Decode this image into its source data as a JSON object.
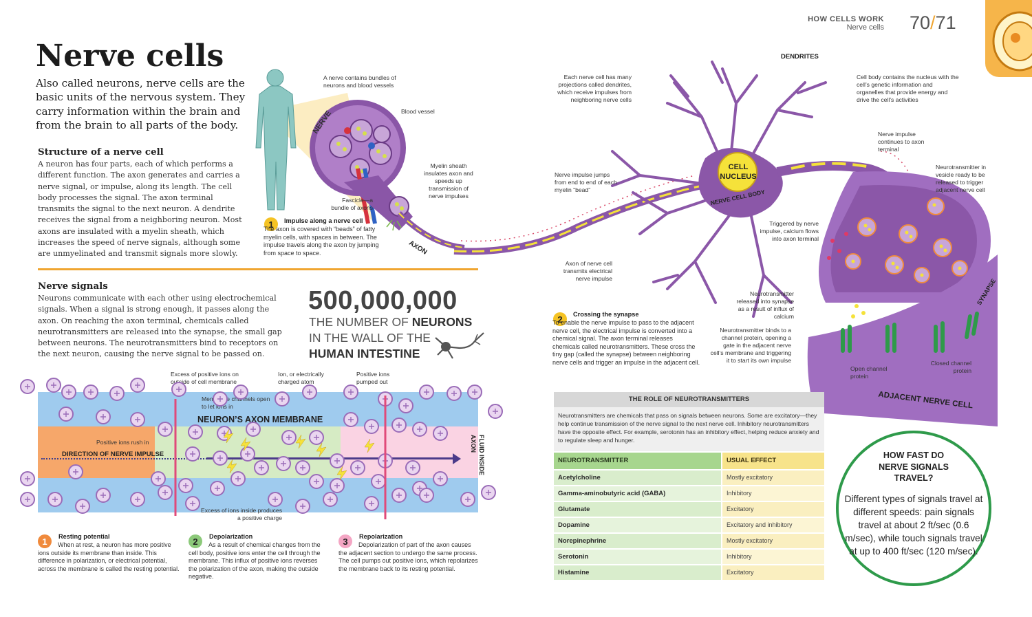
{
  "header": {
    "section": "HOW CELLS WORK",
    "subsection": "Nerve cells",
    "page_left": "70",
    "page_sep": "/",
    "page_right": "71"
  },
  "title": "Nerve cells",
  "intro": "Also called neurons, nerve cells are the basic units of the nervous system. They carry information within the brain and from the brain to all parts of the body.",
  "structure": {
    "heading": "Structure of a nerve cell",
    "body": "A neuron has four parts, each of which performs a different function. The axon generates and carries a nerve signal, or impulse, along its length. The cell body processes the signal. The axon terminal transmits the signal to the next neuron. A dendrite receives the signal from a neighboring neuron. Most axons are insulated with a myelin sheath, which increases the speed of nerve signals, although some are unmyelinated and transmit signals more slowly."
  },
  "signals": {
    "heading": "Nerve signals",
    "body": "Neurons communicate with each other using electrochemical signals. When a signal is strong enough, it passes along the axon. On reaching the axon terminal, chemicals called neurotransmitters are released into the synapse, the small gap between neurons. The neurotransmitters bind to receptors on the next neuron, causing the nerve signal to be passed on."
  },
  "stat": {
    "number": "500,000,000",
    "line1_a": "THE NUMBER OF ",
    "line1_b": "NEURONS",
    "line2": "IN THE WALL OF THE",
    "line3": "HUMAN INTESTINE"
  },
  "neuron_labels": {
    "nerve_contains": "A nerve contains bundles of neurons and blood vessels",
    "nerve": "NERVE",
    "blood_vessel": "Blood vessel",
    "myelin": "Myelin sheath insulates axon and speeds up transmission of nerve impulses",
    "fascicle": "Fascicle—a bundle of axons",
    "axon": "AXON",
    "dendrites_desc": "Each nerve cell has many projections called dendrites, which receive impulses from neighboring nerve cells",
    "dendrites": "DENDRITES",
    "cell_body_desc": "Cell body contains the nucleus with the cell’s genetic information and organelles that provide energy and drive the cell’s activities",
    "nucleus": "CELL NUCLEUS",
    "nerve_cell_body": "NERVE CELL BODY",
    "impulse_jumps": "Nerve impulse jumps from end to end of each myelin “bead”",
    "impulse_continues": "Nerve impulse continues to axon terminal",
    "nt_vesicle": "Neurotransmitter in vesicle ready to be released to trigger adjacent nerve cell",
    "calcium": "Triggered by nerve impulse, calcium flows into axon terminal",
    "axon_transmits": "Axon of nerve cell transmits electrical nerve impulse",
    "nt_released": "Neurotransmitter released into synapse as a result of influx of calcium",
    "nt_binds": "Neurotransmitter binds to a channel protein, opening a gate in the adjacent nerve cell’s membrane and triggering it to start its own impulse",
    "open_channel": "Open channel protein",
    "closed_channel": "Closed channel protein",
    "synapse": "SYNAPSE",
    "adjacent": "ADJACENT NERVE CELL"
  },
  "step1": {
    "num": "1",
    "title": "Impulse along a nerve cell",
    "body": "The axon is covered with “beads” of fatty myelin cells, with spaces in between. The impulse travels along the axon by jumping from space to space."
  },
  "step2": {
    "num": "2",
    "title": "Crossing the synapse",
    "body": "To enable the nerve impulse to pass to the adjacent nerve cell, the electrical impulse is converted into a chemical signal. The axon terminal releases chemicals called neurotransmitters. These cross the tiny gap (called the synapse) between neighboring nerve cells and trigger an impulse in the adjacent cell."
  },
  "membrane": {
    "excess_outside": "Excess of positive ions on outside of cell membrane",
    "ion": "Ion, or electrically charged atom",
    "pumped": "Positive ions pumped out",
    "channels": "Membrane channels open to let ions in",
    "title": "NEURON’S AXON MEMBRANE",
    "rush": "Positive ions rush in",
    "direction": "DIRECTION OF NERVE IMPULSE",
    "fluid": "FLUID INSIDE AXON",
    "excess_inside": "Excess of ions inside produces a positive charge"
  },
  "phases": [
    {
      "num": "1",
      "color": "#f08a3c",
      "title": "Resting potential",
      "body": "When at rest, a neuron has more positive ions outside its membrane than inside. This difference in polarization, or electrical potential, across the membrane is called the resting potential."
    },
    {
      "num": "2",
      "color": "#8cc97a",
      "title": "Depolarization",
      "body": "As a result of chemical changes from the cell body, positive ions enter the cell through the membrane. This influx of positive ions reverses the polarization of the axon, making the outside negative."
    },
    {
      "num": "3",
      "color": "#f4a6c4",
      "title": "Repolarization",
      "body": "Depolarization of part of the axon causes the adjacent section to undergo the same process. The cell pumps out positive ions, which repolarizes the membrane back to its resting potential."
    }
  ],
  "nt_table": {
    "title": "THE ROLE OF NEUROTRANSMITTERS",
    "desc": "Neurotransmitters are chemicals that pass on signals between neurons. Some are excitatory—they help continue transmission of the nerve signal to the next nerve cell. Inhibitory neurotransmitters have the opposite effect. For example, serotonin has an inhibitory effect, helping reduce anxiety and to regulate sleep and hunger.",
    "col1": "NEUROTRANSMITTER",
    "col2": "USUAL EFFECT",
    "rows": [
      [
        "Acetylcholine",
        "Mostly excitatory"
      ],
      [
        "Gamma-aminobutyric acid (GABA)",
        "Inhibitory"
      ],
      [
        "Glutamate",
        "Excitatory"
      ],
      [
        "Dopamine",
        "Excitatory and inhibitory"
      ],
      [
        "Norepinephrine",
        "Mostly excitatory"
      ],
      [
        "Serotonin",
        "Inhibitory"
      ],
      [
        "Histamine",
        "Excitatory"
      ]
    ]
  },
  "speed": {
    "title": "HOW FAST DO NERVE SIGNALS TRAVEL?",
    "body": "Different types of signals travel at different speeds: pain signals travel at about 2 ft/sec (0.6 m/sec), while touch signals travel at up to 400 ft/sec (120 m/sec)."
  },
  "colors": {
    "purple": "#8b57a8",
    "orange": "#f0a530",
    "green": "#2e9a4a",
    "yellow": "#f5e23a"
  }
}
